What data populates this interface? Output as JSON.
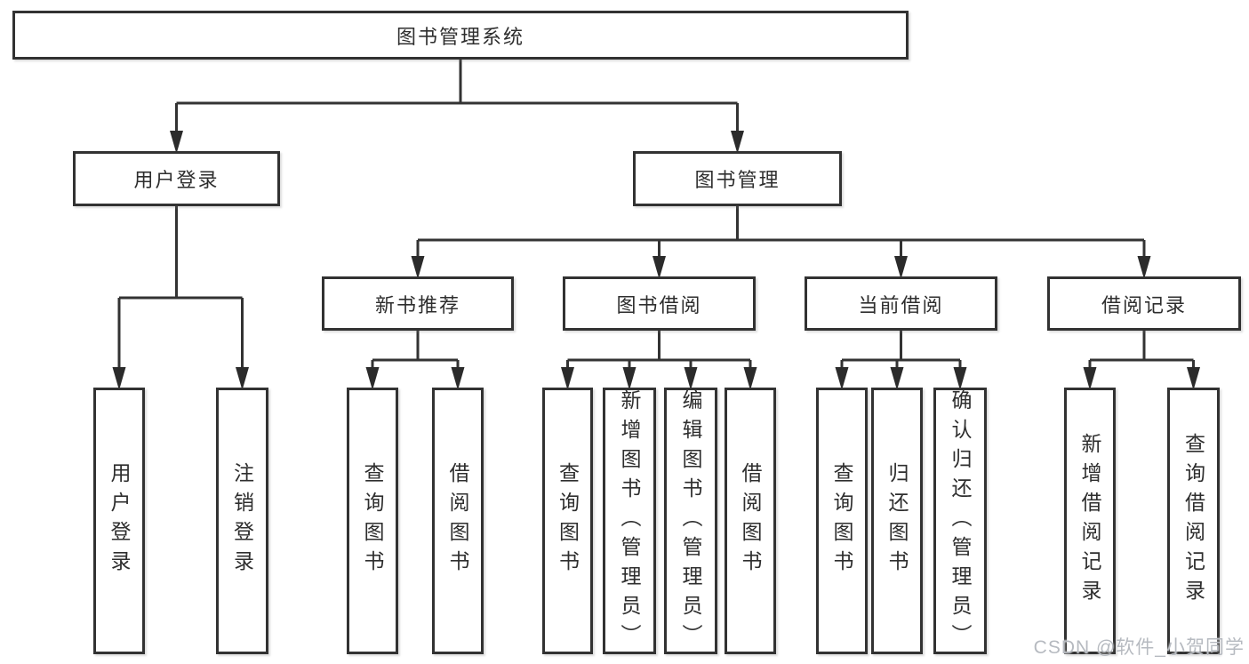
{
  "diagram": {
    "title": "图书管理系统",
    "type": "tree",
    "nodes": [
      {
        "id": "root",
        "label": "图书管理系统"
      },
      {
        "id": "user-login",
        "label": "用户登录"
      },
      {
        "id": "book-mgmt",
        "label": "图书管理"
      },
      {
        "id": "new-book-rec",
        "label": "新书推荐"
      },
      {
        "id": "book-borrow",
        "label": "图书借阅"
      },
      {
        "id": "current-borrow",
        "label": "当前借阅"
      },
      {
        "id": "borrow-records",
        "label": "借阅记录"
      },
      {
        "id": "ul-login",
        "label": "用户登录"
      },
      {
        "id": "ul-logout",
        "label": "注销登录"
      },
      {
        "id": "nbr-query",
        "label": "查询图书"
      },
      {
        "id": "nbr-borrow",
        "label": "借阅图书"
      },
      {
        "id": "bb-query",
        "label": "查询图书"
      },
      {
        "id": "bb-add",
        "label": "新增图书（管理员）"
      },
      {
        "id": "bb-edit",
        "label": "编辑图书（管理员）"
      },
      {
        "id": "bb-borrow",
        "label": "借阅图书"
      },
      {
        "id": "cb-query",
        "label": "查询图书"
      },
      {
        "id": "cb-return",
        "label": "归还图书"
      },
      {
        "id": "cb-confirm",
        "label": "确认归还（管理员）"
      },
      {
        "id": "br-add",
        "label": "新增借阅记录"
      },
      {
        "id": "br-query",
        "label": "查询借阅记录"
      }
    ],
    "edges": [
      {
        "from": "root",
        "to": [
          "user-login",
          "book-mgmt"
        ]
      },
      {
        "from": "user-login",
        "to": [
          "ul-login",
          "ul-logout"
        ]
      },
      {
        "from": "book-mgmt",
        "to": [
          "new-book-rec",
          "book-borrow",
          "current-borrow",
          "borrow-records"
        ]
      },
      {
        "from": "new-book-rec",
        "to": [
          "nbr-query",
          "nbr-borrow"
        ]
      },
      {
        "from": "book-borrow",
        "to": [
          "bb-query",
          "bb-add",
          "bb-edit",
          "bb-borrow"
        ]
      },
      {
        "from": "current-borrow",
        "to": [
          "cb-query",
          "cb-return",
          "cb-confirm"
        ]
      },
      {
        "from": "borrow-records",
        "to": [
          "br-add",
          "br-query"
        ]
      }
    ]
  },
  "watermark": {
    "text": "CSDN @软件_小贺同学"
  },
  "colors": {
    "background": "#ffffff",
    "box_border": "#323232",
    "line": "#333333",
    "arrow": "#2b2b2b",
    "text": "#2e2e2e",
    "watermark": "#b6bac0"
  }
}
